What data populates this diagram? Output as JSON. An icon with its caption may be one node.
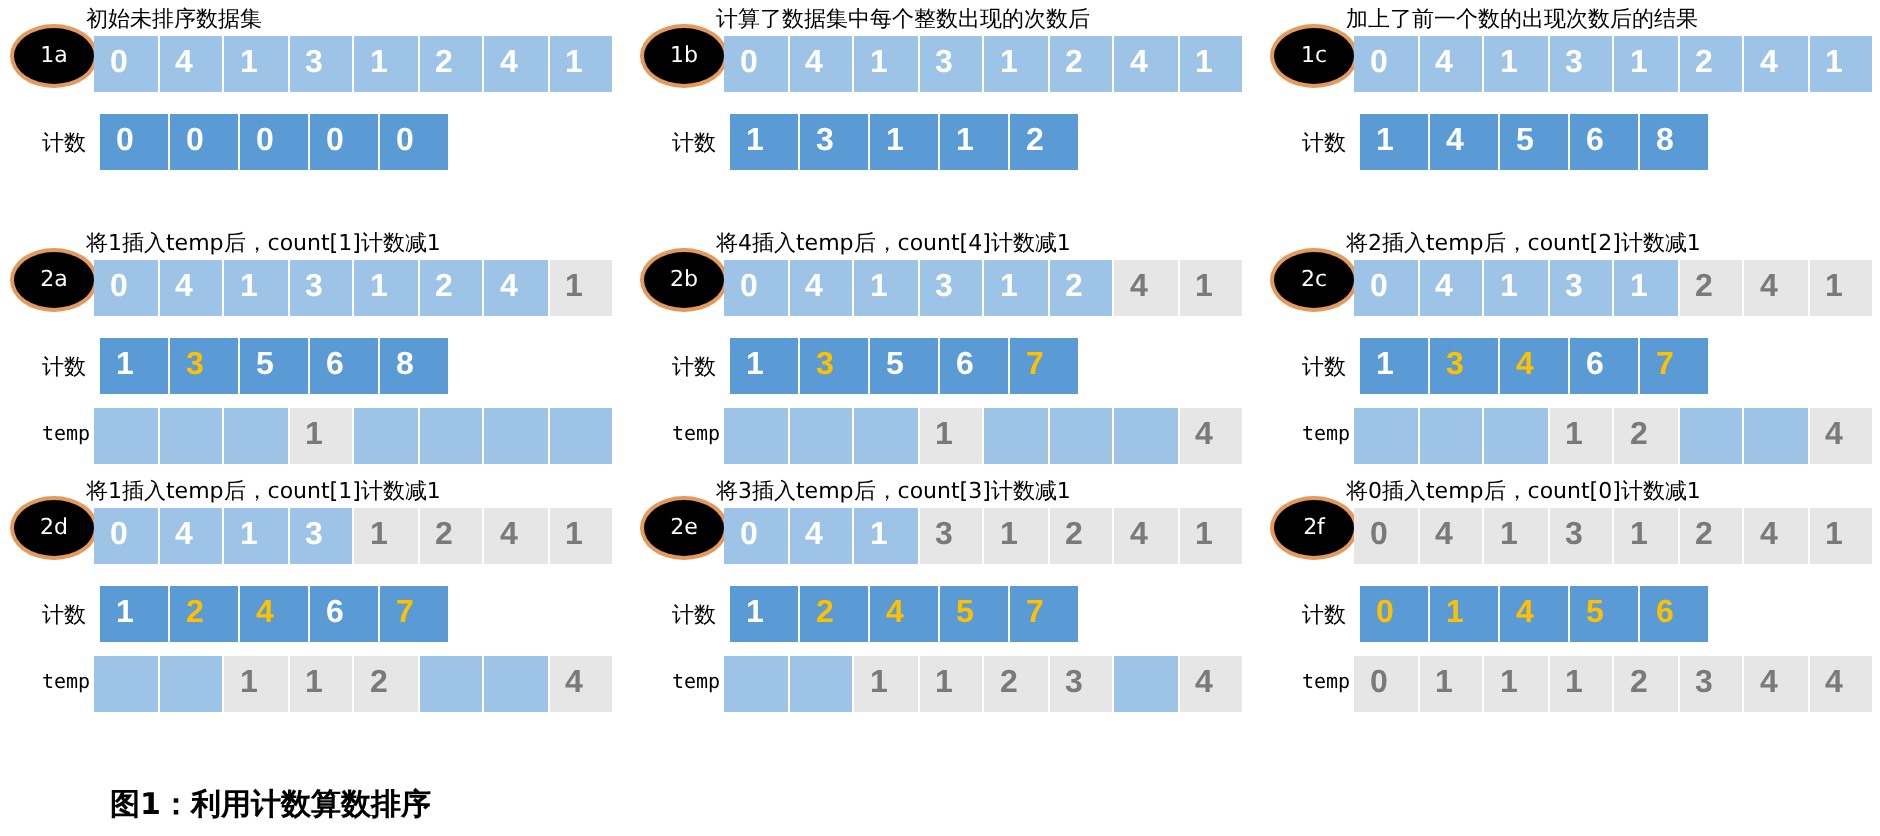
{
  "diagram": {
    "caption": "图1：利用计数算数排序",
    "nodes": [
      {
        "text": [
          "1a"
        ]
      },
      {
        "text": [
          "0"
        ]
      },
      {
        "text": [
          "4"
        ]
      },
      {
        "text": [
          "1"
        ]
      },
      {
        "text": [
          "3"
        ]
      },
      {
        "text": [
          "1"
        ]
      },
      {
        "text": [
          "2"
        ]
      },
      {
        "text": [
          "4"
        ]
      },
      {
        "text": [
          "1"
        ]
      },
      {
        "text": [
          "0"
        ]
      },
      {
        "text": [
          "0"
        ]
      },
      {
        "text": [
          "0"
        ]
      },
      {
        "text": [
          "0"
        ]
      },
      {
        "text": [
          "0"
        ]
      },
      {
        "text": [
          "1b"
        ]
      },
      {
        "text": [
          "0"
        ]
      },
      {
        "text": [
          "4"
        ]
      },
      {
        "text": [
          "1"
        ]
      },
      {
        "text": [
          "3"
        ]
      },
      {
        "text": [
          "1"
        ]
      },
      {
        "text": [
          "2"
        ]
      },
      {
        "text": [
          "4"
        ]
      },
      {
        "text": [
          "1"
        ]
      },
      {
        "text": [
          "1"
        ]
      },
      {
        "text": [
          "3"
        ]
      },
      {
        "text": [
          "1"
        ]
      },
      {
        "text": [
          "1"
        ]
      },
      {
        "text": [
          "2"
        ]
      },
      {
        "text": [
          "1c"
        ]
      },
      {
        "text": [
          "0"
        ]
      },
      {
        "text": [
          "4"
        ]
      },
      {
        "text": [
          "1"
        ]
      },
      {
        "text": [
          "3"
        ]
      },
      {
        "text": [
          "1"
        ]
      },
      {
        "text": [
          "2"
        ]
      },
      {
        "text": [
          "4"
        ]
      },
      {
        "text": [
          "1"
        ]
      },
      {
        "text": [
          "1"
        ]
      },
      {
        "text": [
          "4"
        ]
      },
      {
        "text": [
          "5"
        ]
      },
      {
        "text": [
          "6"
        ]
      },
      {
        "text": [
          "8"
        ]
      },
      {
        "text": [
          "2a"
        ]
      },
      {
        "text": [
          "0"
        ]
      },
      {
        "text": [
          "4"
        ]
      },
      {
        "text": [
          "1"
        ]
      },
      {
        "text": [
          "3"
        ]
      },
      {
        "text": [
          "1"
        ]
      },
      {
        "text": [
          "2"
        ]
      },
      {
        "text": [
          "4"
        ]
      },
      {
        "text": [
          "1"
        ]
      },
      {
        "text": [
          "1"
        ]
      },
      {
        "text": [
          "3"
        ]
      },
      {
        "text": [
          "5"
        ]
      },
      {
        "text": [
          "6"
        ]
      },
      {
        "text": [
          "8"
        ]
      },
      {
        "text": [],
        "shape": "box"
      },
      {
        "text": [],
        "shape": "box"
      },
      {
        "text": [],
        "shape": "box"
      },
      {
        "text": [
          "1"
        ]
      },
      {
        "text": [],
        "shape": "box"
      },
      {
        "text": [],
        "shape": "box"
      },
      {
        "text": [],
        "shape": "box"
      },
      {
        "text": [],
        "shape": "box"
      },
      {
        "text": [
          "2b"
        ]
      },
      {
        "text": [
          "0"
        ]
      },
      {
        "text": [
          "4"
        ]
      },
      {
        "text": [
          "1"
        ]
      },
      {
        "text": [
          "3"
        ]
      },
      {
        "text": [
          "1"
        ]
      },
      {
        "text": [
          "2"
        ]
      },
      {
        "text": [
          "4"
        ]
      },
      {
        "text": [
          "1"
        ]
      },
      {
        "text": [
          "1"
        ]
      },
      {
        "text": [
          "3"
        ]
      },
      {
        "text": [
          "5"
        ]
      },
      {
        "text": [
          "6"
        ]
      },
      {
        "text": [
          "7"
        ]
      },
      {
        "text": [],
        "shape": "box"
      },
      {
        "text": [],
        "shape": "box"
      },
      {
        "text": [],
        "shape": "box"
      },
      {
        "text": [
          "1"
        ]
      },
      {
        "text": [],
        "shape": "box"
      },
      {
        "text": [],
        "shape": "box"
      },
      {
        "text": [],
        "shape": "box"
      },
      {
        "text": [
          "4"
        ]
      },
      {
        "text": [
          "2c"
        ]
      },
      {
        "text": [
          "0"
        ]
      },
      {
        "text": [
          "4"
        ]
      },
      {
        "text": [
          "1"
        ]
      },
      {
        "text": [
          "3"
        ]
      },
      {
        "text": [
          "1"
        ]
      },
      {
        "text": [
          "2"
        ]
      },
      {
        "text": [
          "4"
        ]
      },
      {
        "text": [
          "1"
        ]
      },
      {
        "text": [
          "1"
        ]
      },
      {
        "text": [
          "3"
        ]
      },
      {
        "text": [
          "4"
        ]
      },
      {
        "text": [
          "6"
        ]
      },
      {
        "text": [
          "7"
        ]
      },
      {
        "text": [],
        "shape": "box"
      },
      {
        "text": [],
        "shape": "box"
      },
      {
        "text": [],
        "shape": "box"
      },
      {
        "text": [
          "1"
        ]
      },
      {
        "text": [
          "2"
        ]
      },
      {
        "text": [],
        "shape": "box"
      },
      {
        "text": [],
        "shape": "box"
      },
      {
        "text": [
          "4"
        ]
      },
      {
        "text": [
          "2d"
        ]
      },
      {
        "text": [
          "0"
        ]
      },
      {
        "text": [
          "4"
        ]
      },
      {
        "text": [
          "1"
        ]
      },
      {
        "text": [
          "3"
        ]
      },
      {
        "text": [
          "1"
        ]
      },
      {
        "text": [
          "2"
        ]
      },
      {
        "text": [
          "4"
        ]
      },
      {
        "text": [
          "1"
        ]
      },
      {
        "text": [
          "1"
        ]
      },
      {
        "text": [
          "2"
        ]
      },
      {
        "text": [
          "4"
        ]
      },
      {
        "text": [
          "6"
        ]
      },
      {
        "text": [
          "7"
        ]
      },
      {
        "text": [],
        "shape": "box"
      },
      {
        "text": [],
        "shape": "box"
      },
      {
        "text": [
          "1"
        ]
      },
      {
        "text": [
          "1"
        ]
      },
      {
        "text": [
          "2"
        ]
      },
      {
        "text": [],
        "shape": "box"
      },
      {
        "text": [],
        "shape": "box"
      },
      {
        "text": [
          "4"
        ]
      },
      {
        "text": [
          "2e"
        ]
      },
      {
        "text": [
          "0"
        ]
      },
      {
        "text": [
          "4"
        ]
      },
      {
        "text": [
          "1"
        ]
      },
      {
        "text": [
          "3"
        ]
      },
      {
        "text": [
          "1"
        ]
      },
      {
        "text": [
          "2"
        ]
      },
      {
        "text": [
          "4"
        ]
      },
      {
        "text": [
          "1"
        ]
      },
      {
        "text": [
          "1"
        ]
      },
      {
        "text": [
          "2"
        ]
      },
      {
        "text": [
          "4"
        ]
      },
      {
        "text": [
          "5"
        ]
      },
      {
        "text": [
          "7"
        ]
      },
      {
        "text": [],
        "shape": "box"
      },
      {
        "text": [],
        "shape": "box"
      },
      {
        "text": [
          "1"
        ]
      },
      {
        "text": [
          "1"
        ]
      },
      {
        "text": [
          "2"
        ]
      },
      {
        "text": [
          "3"
        ]
      },
      {
        "text": [],
        "shape": "box"
      },
      {
        "text": [
          "4"
        ]
      },
      {
        "text": [
          "2f"
        ]
      },
      {
        "text": [
          "0"
        ]
      },
      {
        "text": [
          "4"
        ]
      },
      {
        "text": [
          "1"
        ]
      },
      {
        "text": [
          "3"
        ]
      },
      {
        "text": [
          "1"
        ]
      },
      {
        "text": [
          "2"
        ]
      },
      {
        "text": [
          "4"
        ]
      },
      {
        "text": [
          "1"
        ]
      },
      {
        "text": [
          "0"
        ]
      },
      {
        "text": [
          "1"
        ]
      },
      {
        "text": [
          "4"
        ]
      },
      {
        "text": [
          "5"
        ]
      },
      {
        "text": [
          "6"
        ]
      },
      {
        "text": [
          "0"
        ]
      },
      {
        "text": [
          "1"
        ]
      },
      {
        "text": [
          "1"
        ]
      },
      {
        "text": [
          "1"
        ]
      },
      {
        "text": [
          "2"
        ]
      },
      {
        "text": [
          "3"
        ]
      },
      {
        "text": [
          "4"
        ]
      },
      {
        "text": [
          "4"
        ]
      }
    ],
    "labels": [
      "初始未排序数据集",
      "计数",
      "计算了数据集中每个整数出现的次数后",
      "计数",
      "加上了前一个数的出现次数后的结果",
      "计数",
      "将1插入temp后，count[1]计数减1",
      "计数",
      "temp",
      "将4插入temp后，count[4]计数减1",
      "计数",
      "temp",
      "将2插入temp后，count[2]计数减1",
      "计数",
      "temp",
      "将1插入temp后，count[1]计数减1",
      "计数",
      "temp",
      "将3插入temp后，count[3]计数减1",
      "计数",
      "temp",
      "将0插入temp后，count[0]计数减1",
      "计数",
      "temp"
    ]
  }
}
